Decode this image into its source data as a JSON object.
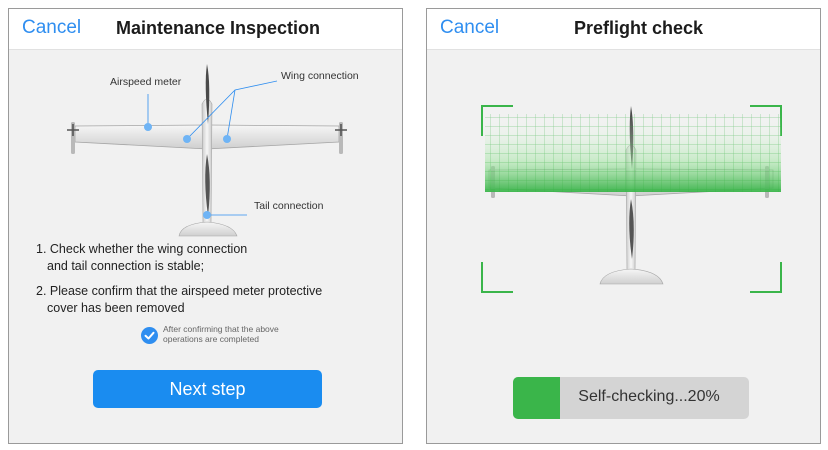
{
  "left": {
    "cancel_label": "Cancel",
    "title": "Maintenance Inspection",
    "labels": {
      "airspeed": "Airspeed meter",
      "wing": "Wing connection",
      "tail": "Tail connection"
    },
    "instructions": [
      "1. Check whether the wing connection",
      "and tail connection is stable;",
      "2. Please confirm that the airspeed meter protective",
      "cover has been removed"
    ],
    "confirm_text": "After confirming that the above operations are completed",
    "next_label": "Next step"
  },
  "right": {
    "cancel_label": "Cancel",
    "title": "Preflight check",
    "progress_text": "Self-checking...20%",
    "progress": 0.2
  },
  "colors": {
    "accent": "#2f8ef0",
    "button": "#1a8cf0",
    "scan": "#3ab54a",
    "progress_track": "#d4d4d4"
  }
}
